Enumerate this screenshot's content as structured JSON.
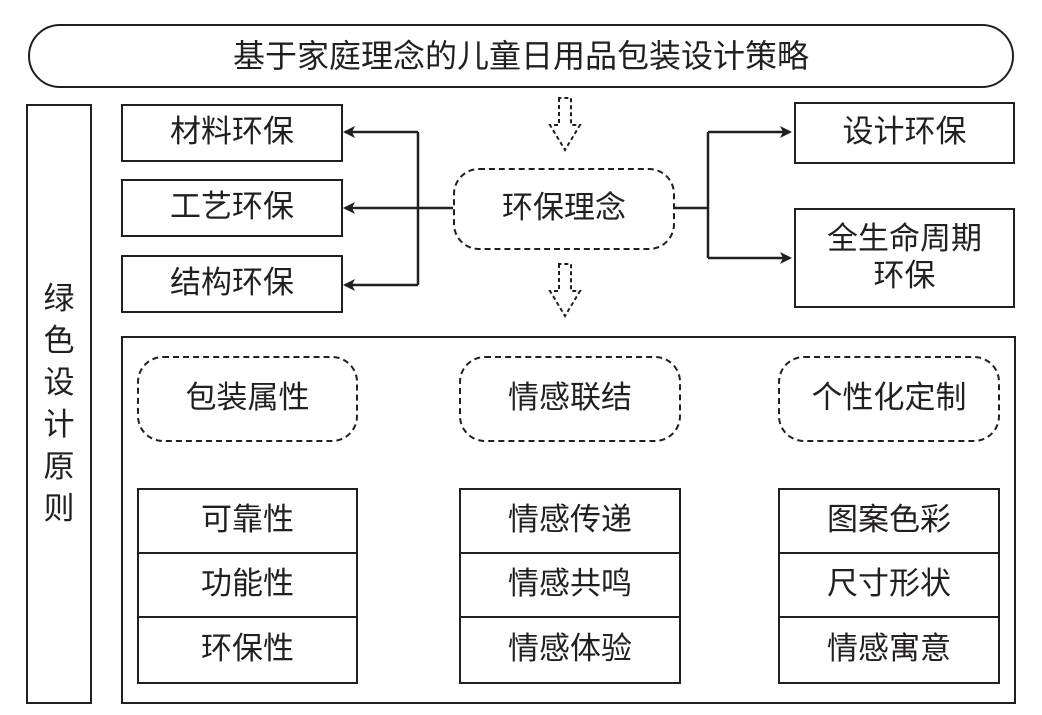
{
  "title": "基于家庭理念的儿童日用品包装设计策略",
  "left_label": [
    "绿",
    "色",
    "设",
    "计",
    "原",
    "则"
  ],
  "center": "环保理念",
  "left_items": [
    "材料环保",
    "工艺环保",
    "结构环保"
  ],
  "right_items": [
    "设计环保",
    "全生命周期\n环保"
  ],
  "columns": [
    {
      "header": "包装属性",
      "items": [
        "可靠性",
        "功能性",
        "环保性"
      ]
    },
    {
      "header": "情感联结",
      "items": [
        "情感传递",
        "情感共鸣",
        "情感体验"
      ]
    },
    {
      "header": "个性化定制",
      "items": [
        "图案色彩",
        "尺寸形状",
        "情感寓意"
      ]
    }
  ],
  "colors": {
    "line": "#231f20",
    "background": "#ffffff"
  }
}
